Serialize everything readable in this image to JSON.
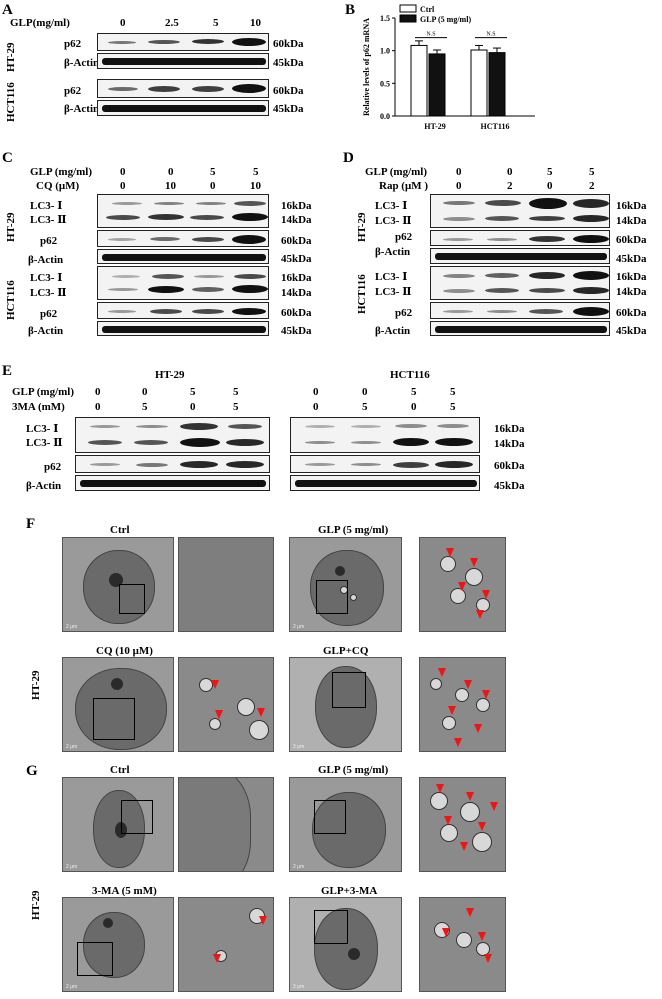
{
  "panelA": {
    "label": "A",
    "glp_header": "GLP(mg/ml)",
    "doses": [
      "0",
      "2.5",
      "5",
      "10"
    ],
    "rows": [
      {
        "cell": "HT-29",
        "protein": "p62",
        "kda": "60kDa"
      },
      {
        "cell": "",
        "protein": "β-Actin",
        "kda": "45kDa"
      },
      {
        "cell": "HCT116",
        "protein": "p62",
        "kda": "60kDa"
      },
      {
        "cell": "",
        "protein": "β-Actin",
        "kda": "45kDa"
      }
    ]
  },
  "panelB": {
    "label": "B",
    "chart_data": {
      "type": "bar",
      "categories": [
        "HT-29",
        "HCT116"
      ],
      "series": [
        {
          "name": "Ctrl",
          "values": [
            1.08,
            1.01
          ],
          "errors": [
            0.07,
            0.07
          ],
          "color": "#ffffff"
        },
        {
          "name": "GLP (5 mg/ml)",
          "values": [
            0.95,
            0.97
          ],
          "errors": [
            0.06,
            0.07
          ],
          "color": "#111111"
        }
      ],
      "ylabel": "Relative levels of p62 mRNA",
      "ylim": [
        0,
        1.5
      ],
      "yticks": [
        "0.0",
        "0.5",
        "1.0",
        "1.5"
      ],
      "annotations": [
        "N.S",
        "N.S"
      ]
    }
  },
  "panelC": {
    "label": "C",
    "glp_header": "GLP (mg/ml)",
    "cq_header": "CQ (μM)",
    "glp": [
      "0",
      "0",
      "5",
      "5"
    ],
    "cq": [
      "0",
      "10",
      "0",
      "10"
    ],
    "ht29": "HT-29",
    "hct116": "HCT116",
    "rows": [
      "LC3- Ⅰ",
      "LC3- Ⅱ",
      "p62",
      "β-Actin"
    ],
    "kda": [
      "16kDa",
      "14kDa",
      "60kDa",
      "45kDa"
    ]
  },
  "panelD": {
    "label": "D",
    "glp_header": "GLP (mg/ml)",
    "rap_header": "Rap (μM )",
    "glp": [
      "0",
      "0",
      "5",
      "5"
    ],
    "rap": [
      "0",
      "2",
      "0",
      "2"
    ],
    "ht29": "HT-29",
    "hct116": "HCT116",
    "rows": [
      "LC3- Ⅰ",
      "LC3- Ⅱ",
      "p62",
      "β-Actin"
    ],
    "kda": [
      "16kDa",
      "14kDa",
      "60kDa",
      "45kDa"
    ]
  },
  "panelE": {
    "label": "E",
    "glp_header": "GLP (mg/ml)",
    "ma_header": "3MA (mM)",
    "ht29": "HT-29",
    "hct116": "HCT116",
    "glp": [
      "0",
      "0",
      "5",
      "5"
    ],
    "ma": [
      "0",
      "5",
      "0",
      "5"
    ],
    "rows": [
      "LC3- Ⅰ",
      "LC3- Ⅱ",
      "p62",
      "β-Actin"
    ],
    "kda": [
      "16kDa",
      "14kDa",
      "60kDa",
      "45kDa"
    ]
  },
  "panelF": {
    "label": "F",
    "side": "HT-29",
    "titles": [
      "Ctrl",
      "GLP (5 mg/ml)",
      "CQ (10 μM)",
      "GLP+CQ"
    ],
    "scale": "2 μm"
  },
  "panelG": {
    "label": "G",
    "side": "HT-29",
    "titles": [
      "Ctrl",
      "GLP (5 mg/ml)",
      "3-MA (5 mM)",
      "GLP+3-MA"
    ],
    "scale": "2 μm"
  }
}
